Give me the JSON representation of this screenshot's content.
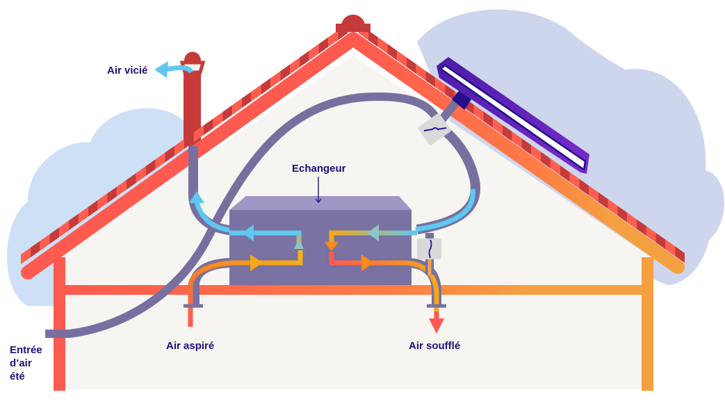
{
  "diagram": {
    "subject": "Ventilation double flux avec échangeur",
    "labels": {
      "air_vicie": "Air vicié",
      "echangeur": "Echangeur",
      "air_aspire": "Air aspiré",
      "air_souffle": "Air soufflé",
      "entree_air_ete": "Entrée\nd’air\nété"
    },
    "components": [
      "clouds",
      "roof",
      "chimney",
      "solar-panel",
      "heat-exchanger",
      "ducts",
      "bypass-valves",
      "house-frame"
    ],
    "colors": {
      "sky_cloud_left": "#cde0f5",
      "sky_cloud_right": "#cdd6ec",
      "wall": "#f6f5f2",
      "roof_tile_light": "#ff5e4f",
      "roof_tile_dark": "#c73a3a",
      "roof_beam_left": "#ff5a4f",
      "roof_beam_right": "#f5a040",
      "chimney": "#c73a3a",
      "duct": "#77709f",
      "exchanger_front": "#7a72a3",
      "exchanger_top": "#9c97c3",
      "cold_air": "#5ec8ef",
      "warm_air": "#f4a818",
      "hot_air": "#ff5a4f",
      "solar_panel": "#5b1fb0",
      "solar_panel_dark": "#23108a",
      "label_text": "#1f0f7a"
    }
  }
}
